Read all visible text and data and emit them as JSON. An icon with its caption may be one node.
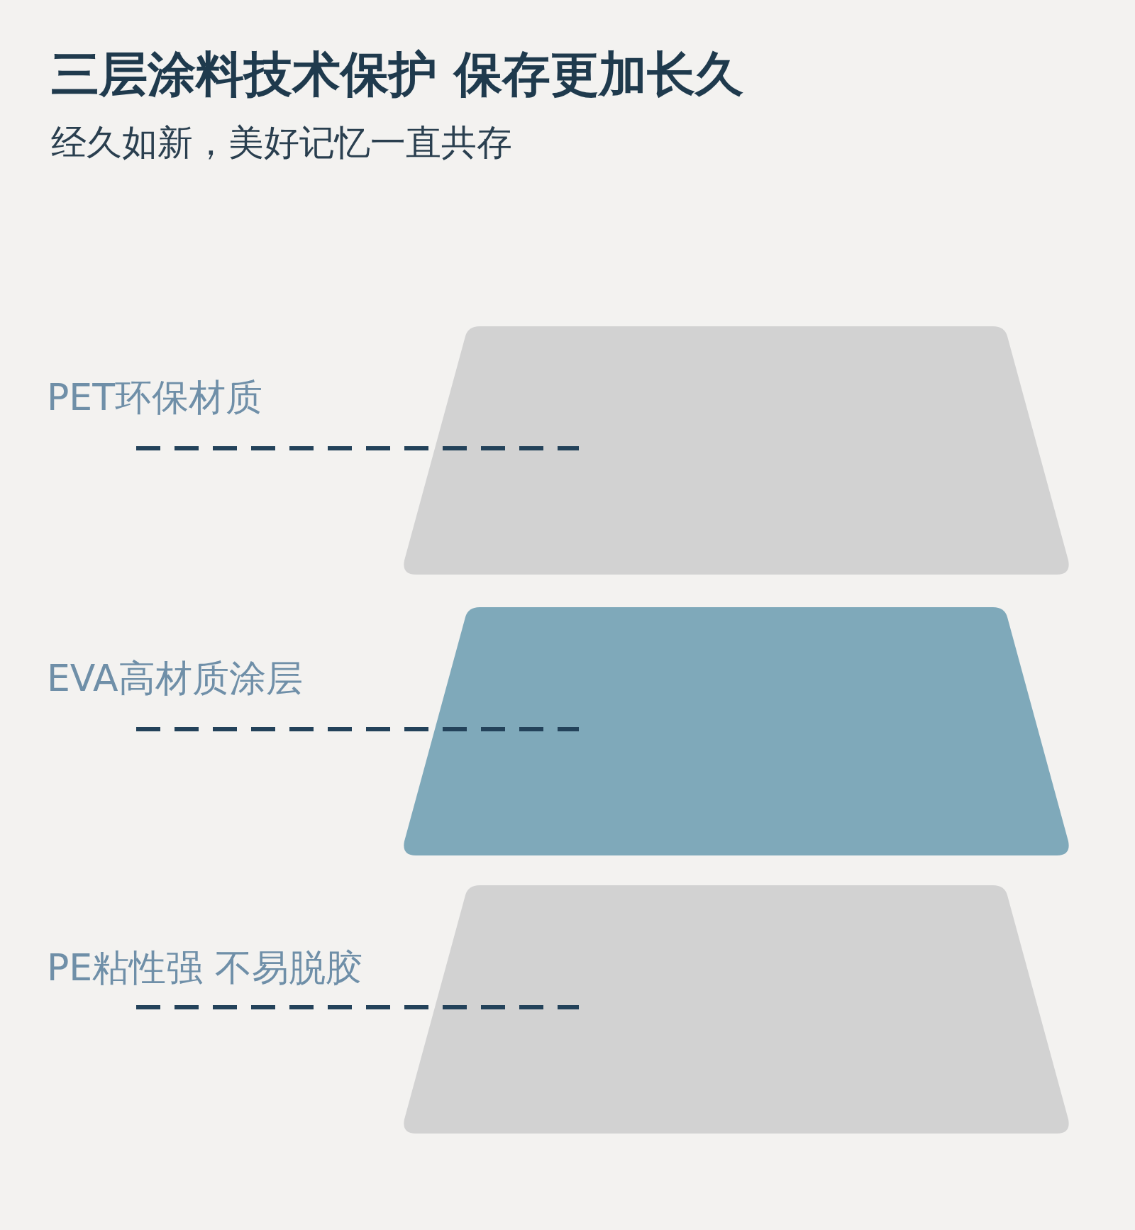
{
  "diagram": {
    "title": "三层涂料技术保护 保存更加长久",
    "nodes": [
      {
        "text": [
          "PET环保材质"
        ]
      },
      {
        "text": [],
        "shape": "trapezoid"
      },
      {
        "text": [
          "EVA高材质涂层"
        ]
      },
      {
        "text": [],
        "shape": "trapezoid"
      },
      {
        "text": [
          "PE粘性强 不易脱胶"
        ]
      },
      {
        "text": [],
        "shape": "trapezoid"
      }
    ],
    "edges": [
      {
        "from": 0,
        "to": 1,
        "arrow": "none",
        "style": "dashed"
      },
      {
        "from": 2,
        "to": 3,
        "arrow": "none",
        "style": "dashed"
      },
      {
        "from": 4,
        "to": 5,
        "arrow": "none",
        "style": "dashed"
      }
    ],
    "labels": [
      "经久如新，美好记忆一直共存"
    ]
  }
}
